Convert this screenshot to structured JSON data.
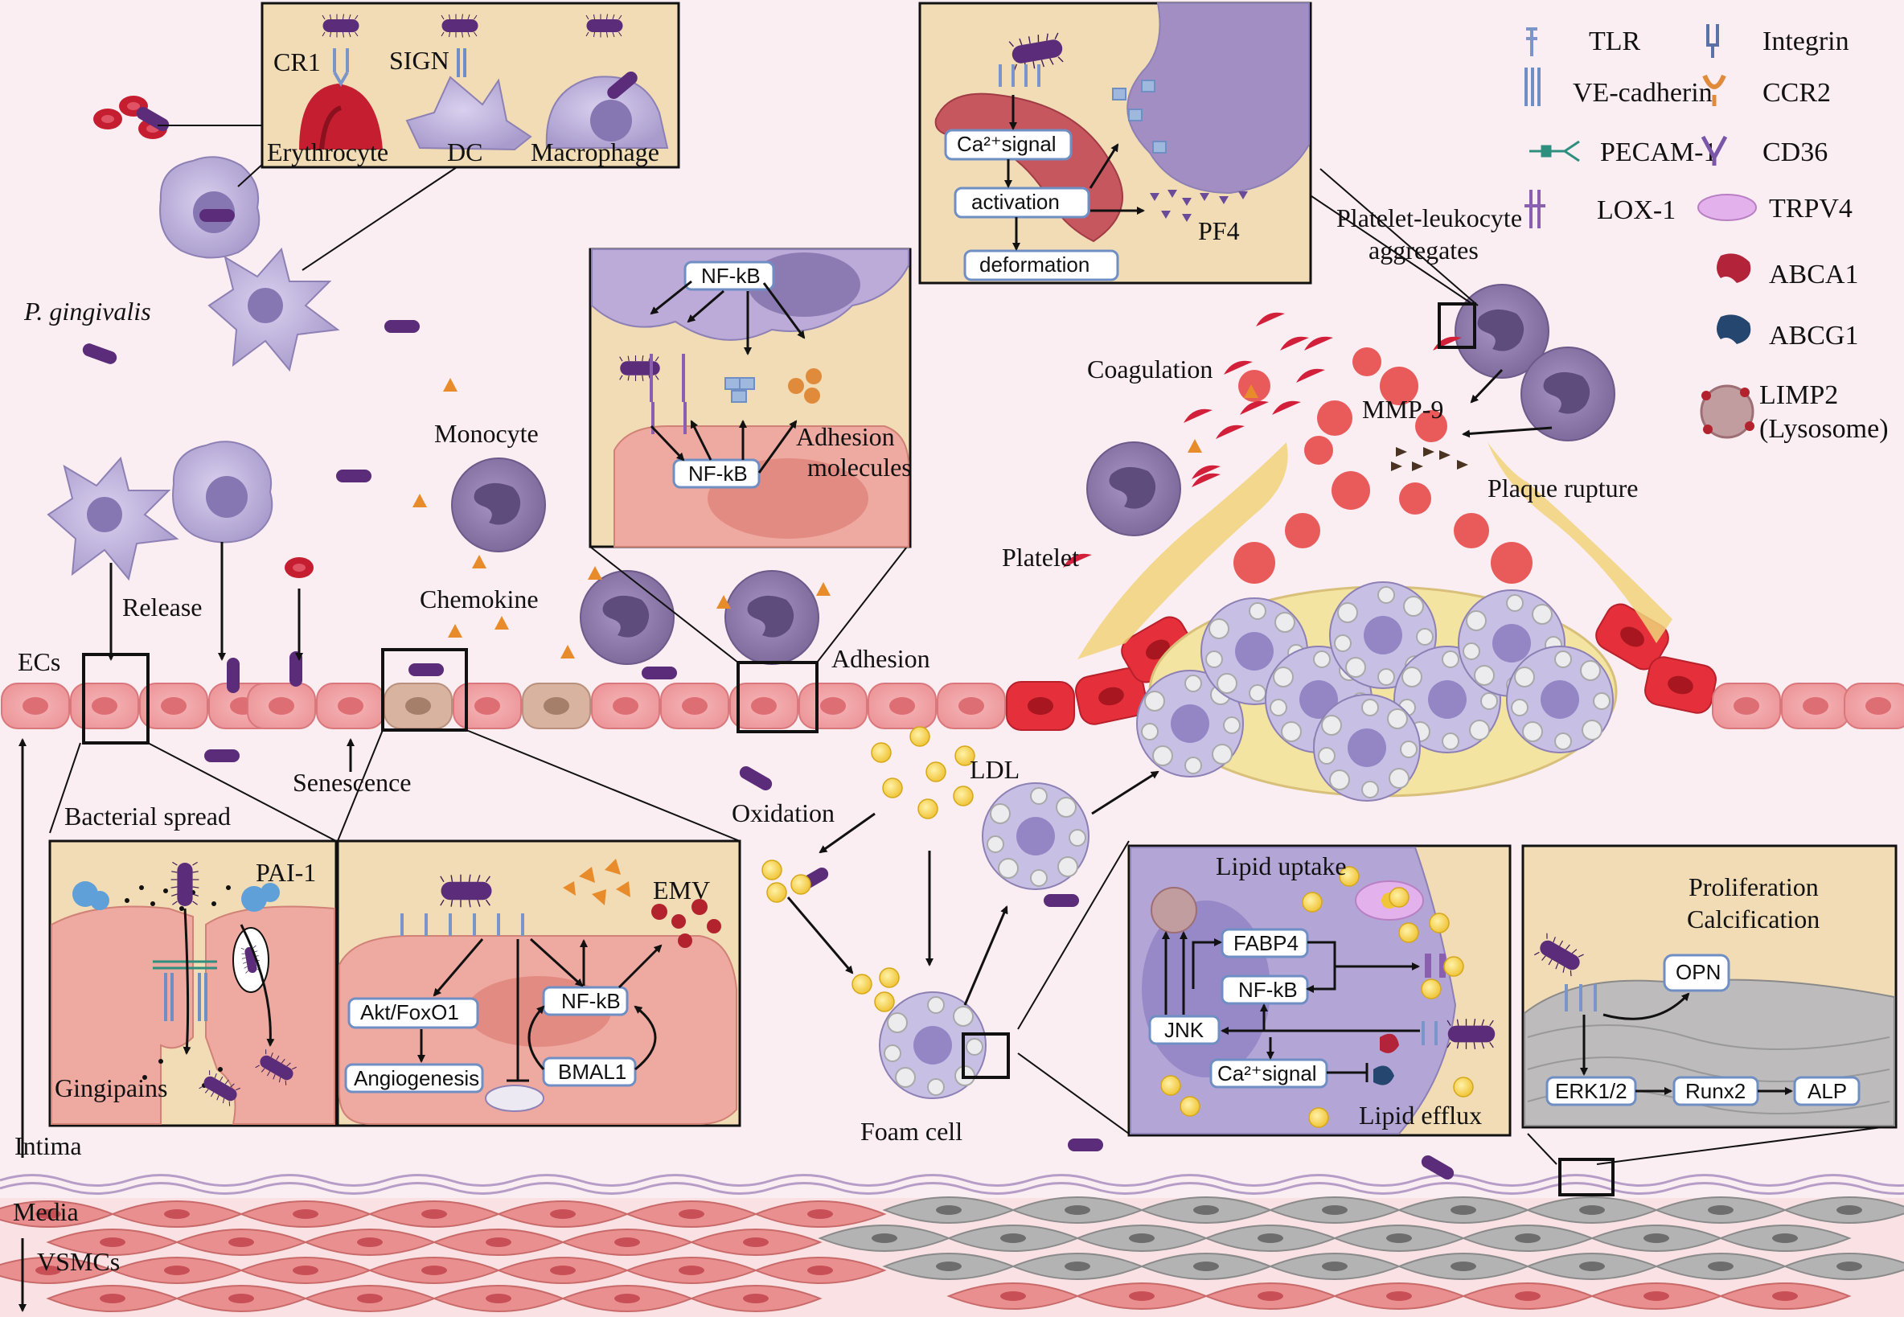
{
  "labels": {
    "p_gingivalis": "P. gingivalis",
    "erythrocyte": "Erythrocyte",
    "dc": "DC",
    "macrophage": "Macrophage",
    "cr1": "CR1",
    "sign": "SIGN",
    "release": "Release",
    "monocyte": "Monocyte",
    "chemokine": "Chemokine",
    "adhesion": "Adhesion",
    "adhesion_molecules_1": "Adhesion",
    "adhesion_molecules_2": "molecules",
    "ecs": "ECs",
    "senescence": "Senescence",
    "bacterial_spread": "Bacterial spread",
    "pai1": "PAI-1",
    "gingipains": "Gingipains",
    "intima": "Intima",
    "media": "Media",
    "vsmcs": "VSMCs",
    "emv": "EMV",
    "oxidation": "Oxidation",
    "ldl": "LDL",
    "foam_cell": "Foam cell",
    "lipid_uptake": "Lipid uptake",
    "lipid_efflux": "Lipid efflux",
    "proliferation": "Proliferation",
    "calcification": "Calcification",
    "coagulation": "Coagulation",
    "mmp9": "MMP-9",
    "platelet": "Platelet",
    "plaque_rupture": "Plaque rupture",
    "pla_1": "Platelet-leukocyte",
    "pla_2": "aggregates",
    "pf4": "PF4"
  },
  "flow_boxes": {
    "nfkb_top": "NF-kB",
    "nfkb_bottom": "NF-kB",
    "ca_signal": "Ca²⁺signal",
    "activation": "activation",
    "deformation": "deformation",
    "akt_foxo1": "Akt/FoxO1",
    "angiogenesis": "Angiogenesis",
    "nfkb_ec": "NF-kB",
    "bmal1": "BMAL1",
    "fabp4": "FABP4",
    "nfkb_foam": "NF-kB",
    "jnk": "JNK",
    "ca_signal_foam": "Ca²⁺signal",
    "opn": "OPN",
    "erk": "ERK1/2",
    "runx2": "Runx2",
    "alp": "ALP"
  },
  "legend": [
    {
      "name": "TLR",
      "icon": "tlr-icon",
      "color": "#7b95c9"
    },
    {
      "name": "Integrin",
      "icon": "integrin-icon",
      "color": "#5a72a8"
    },
    {
      "name": "VE-cadherin",
      "icon": "ve-cadherin-icon",
      "color": "#6f8fc4"
    },
    {
      "name": "CCR2",
      "icon": "ccr2-icon",
      "color": "#e08a3c"
    },
    {
      "name": "PECAM-1",
      "icon": "pecam1-icon",
      "color": "#2f8f7f"
    },
    {
      "name": "CD36",
      "icon": "cd36-icon",
      "color": "#7a56a8"
    },
    {
      "name": "LOX-1",
      "icon": "lox1-icon",
      "color": "#8a5fb0"
    },
    {
      "name": "TRPV4",
      "icon": "trpv4-icon",
      "color": "#d79be0"
    },
    {
      "name": "ABCA1",
      "icon": "abca1-icon",
      "color": "#b3243a"
    },
    {
      "name": "ABCG1",
      "icon": "abcg1-icon",
      "color": "#24466f"
    },
    {
      "name": "LIMP2",
      "icon": "limp2-icon",
      "color": "#b07c80"
    },
    {
      "name": "(Lysosome)",
      "icon": "",
      "color": ""
    }
  ],
  "colors": {
    "background": "#fbeef2",
    "endothelial": "#f1a0a4",
    "inset_bg": "#f2dcb6",
    "bacterium": "#5b2c79",
    "monocyte": "#8e7ab0",
    "plaque_core": "#f3e4a2",
    "platelet": "#d3203a"
  }
}
